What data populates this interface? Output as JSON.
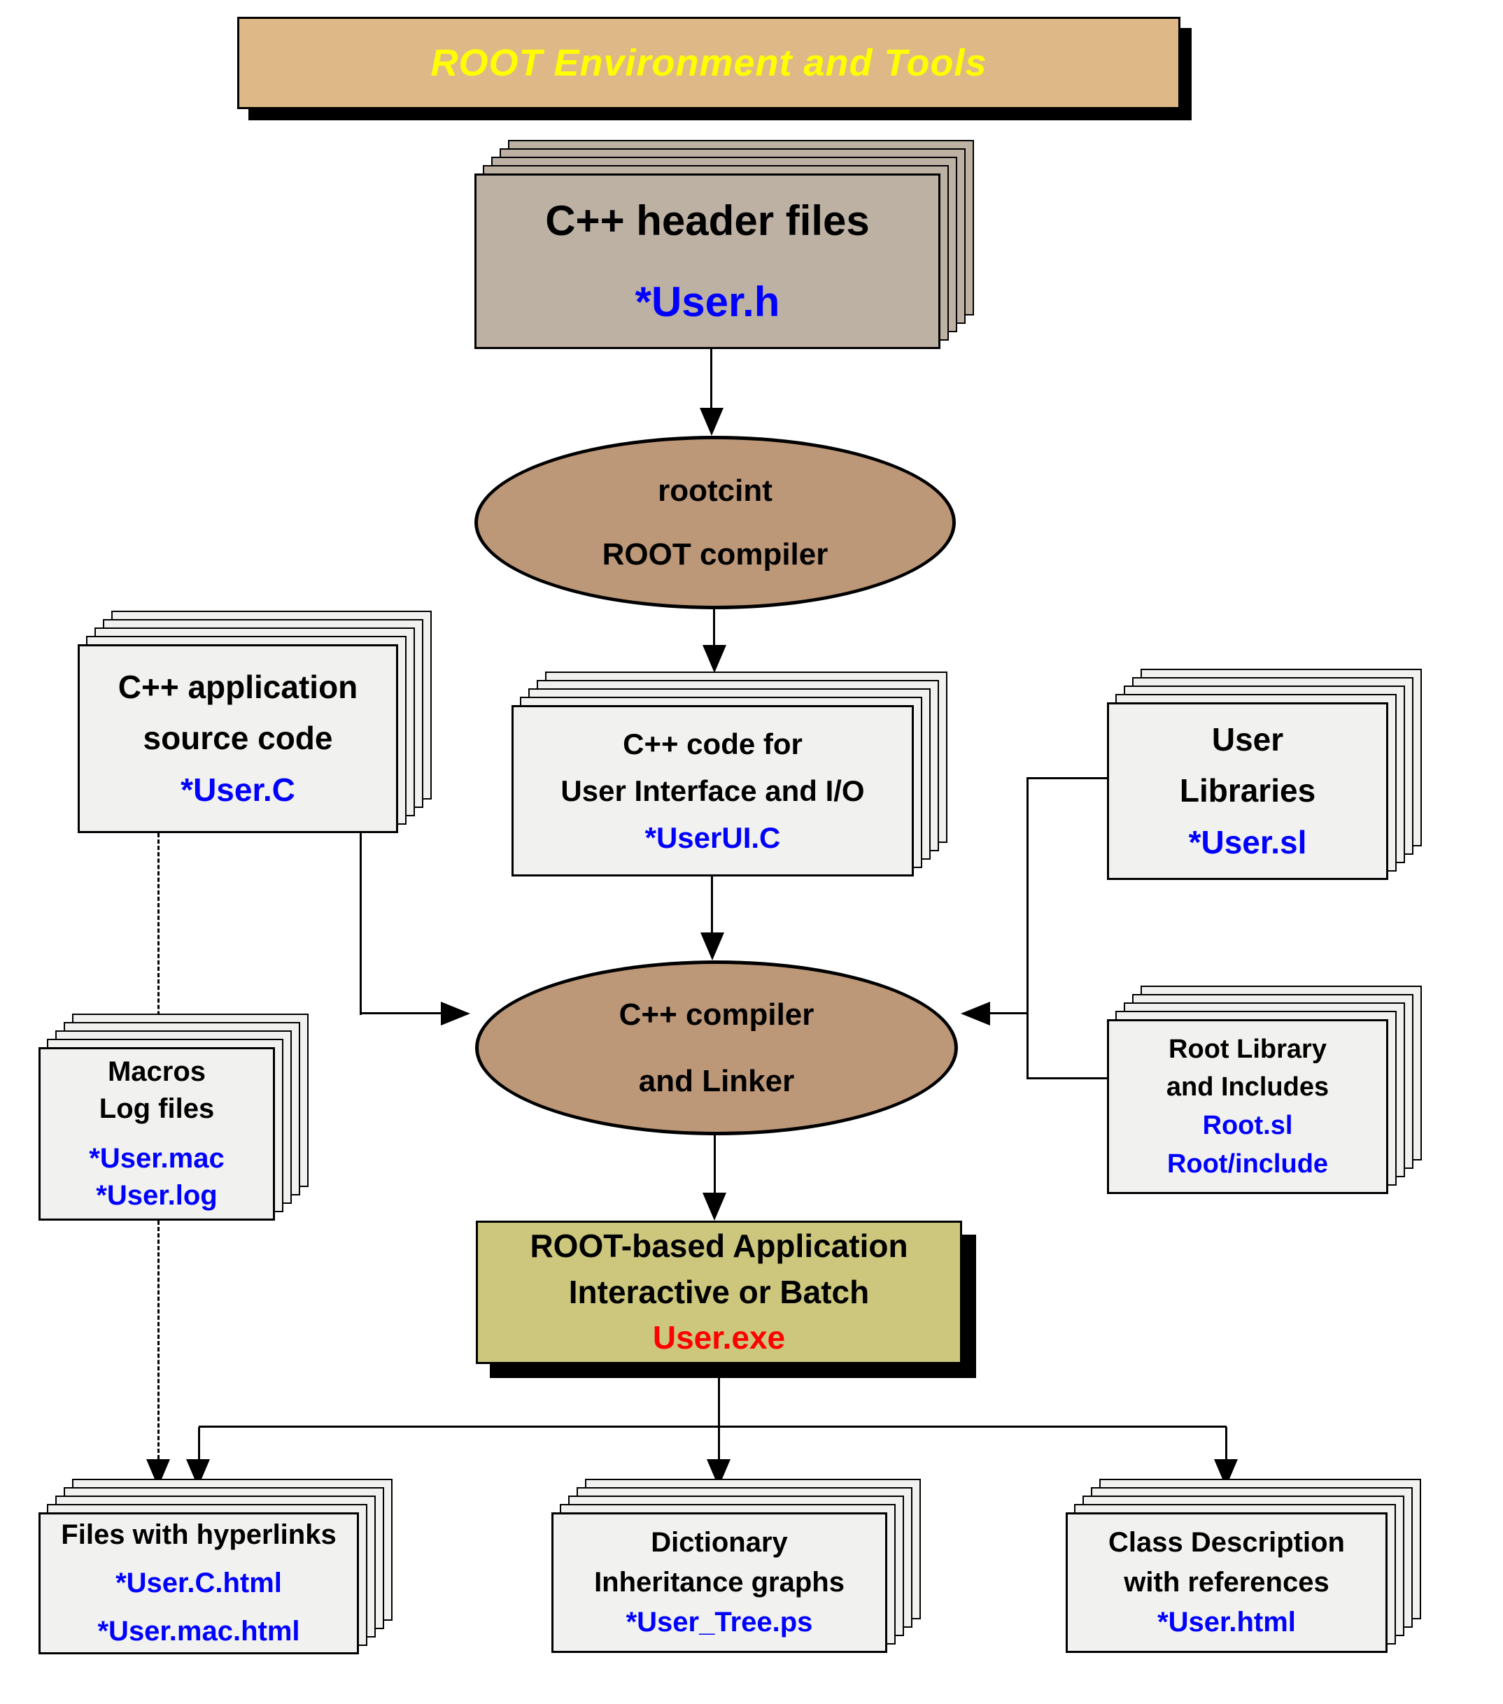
{
  "title": {
    "label": "ROOT Environment and Tools"
  },
  "nodes": {
    "header_files": {
      "title_lines": [
        "C++ header files"
      ],
      "files": [
        "*User.h"
      ]
    },
    "rootcint": {
      "lines": [
        "rootcint",
        "ROOT compiler"
      ]
    },
    "app_source": {
      "title_lines": [
        "C++ application",
        "source code"
      ],
      "files": [
        "*User.C"
      ]
    },
    "ui_code": {
      "title_lines": [
        "C++ code for",
        "User Interface and I/O"
      ],
      "files": [
        "*UserUI.C"
      ]
    },
    "user_libraries": {
      "title_lines": [
        "User",
        "Libraries"
      ],
      "files": [
        "*User.sl"
      ]
    },
    "compiler": {
      "lines": [
        "C++ compiler",
        "and Linker"
      ]
    },
    "macros": {
      "title_lines": [
        "Macros",
        "Log files"
      ],
      "files": [
        "*User.mac",
        "*User.log"
      ]
    },
    "root_library": {
      "title_lines": [
        "Root Library",
        "and Includes"
      ],
      "files": [
        "Root.sl",
        "Root/include"
      ]
    },
    "application": {
      "title_lines": [
        "ROOT-based Application",
        "Interactive or Batch"
      ],
      "exe": "User.exe"
    },
    "hyperlink_files": {
      "title_lines": [
        "Files with hyperlinks"
      ],
      "files": [
        "*User.C.html",
        "*User.mac.html"
      ]
    },
    "dictionary": {
      "title_lines": [
        "Dictionary",
        "Inheritance graphs"
      ],
      "files": [
        "*User_Tree.ps"
      ]
    },
    "class_description": {
      "title_lines": [
        "Class Description",
        "with references"
      ],
      "files": [
        "*User.html"
      ]
    }
  },
  "colors": {
    "banner_bg": "#deb987",
    "banner_text": "#ffff00",
    "header_box_bg": "#bdb1a4",
    "ellipse_bg": "#bc9778",
    "paper_bg": "#f1f1f0",
    "application_bg": "#ccc77c",
    "filename_blue": "#0000ff",
    "exe_red": "#ff0000",
    "line_and_shadow": "#000000"
  }
}
